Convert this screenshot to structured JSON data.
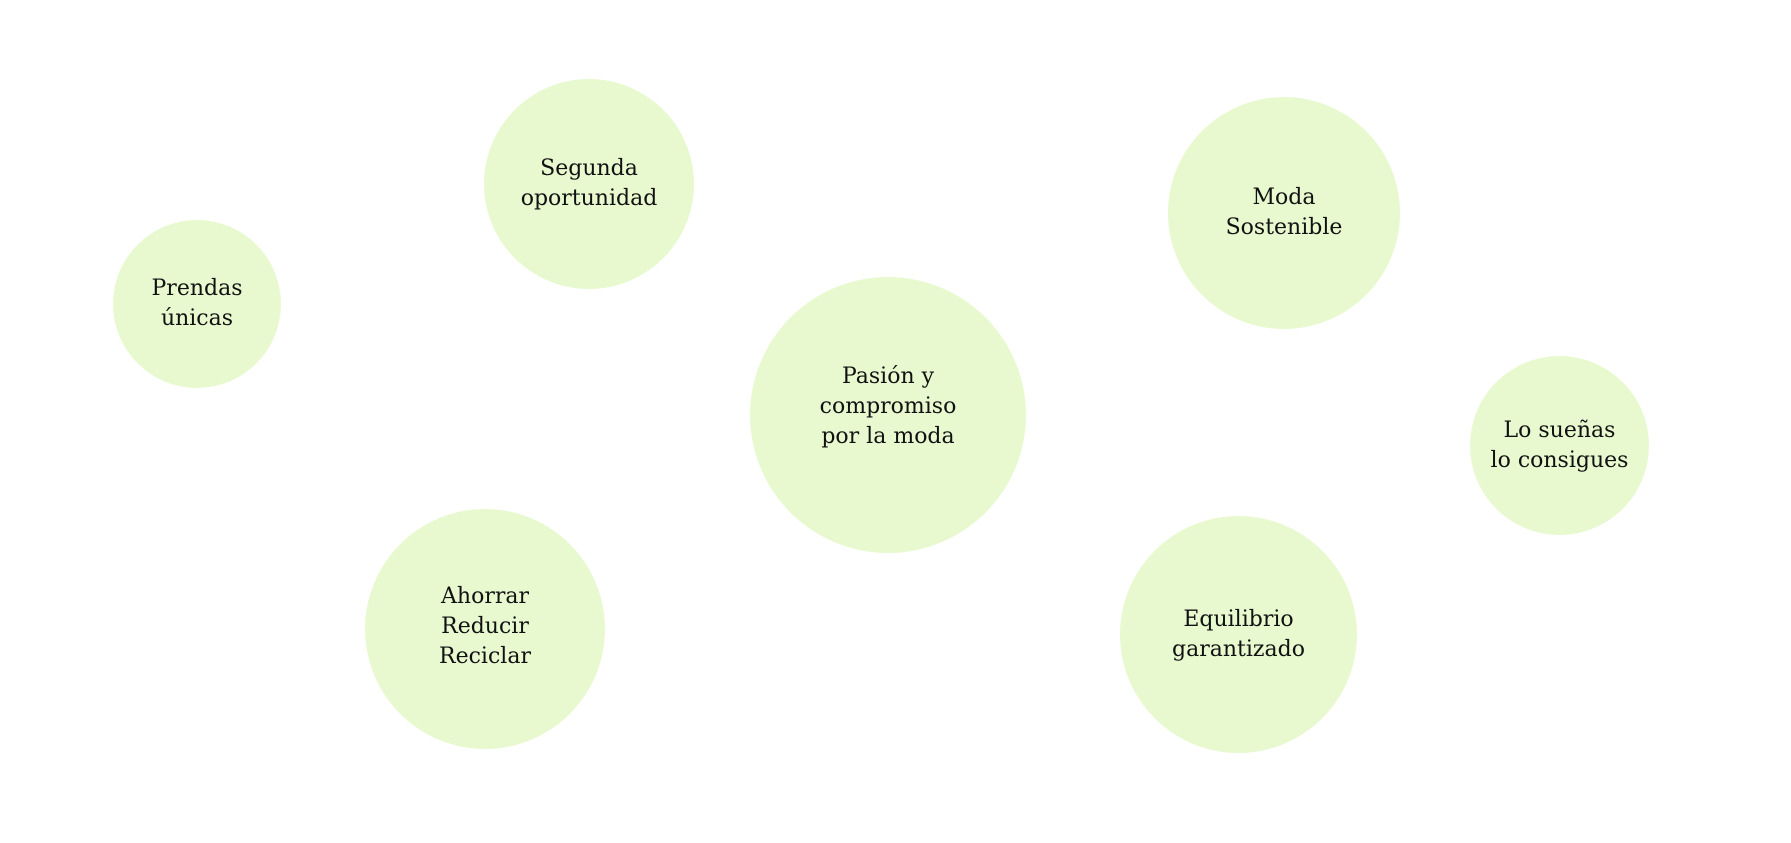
{
  "colors": {
    "bubble_fill": "#e8f9d0",
    "text": "#111111",
    "background": "#ffffff"
  },
  "bubbles": {
    "prendas": {
      "lines": [
        "Prendas",
        "únicas"
      ]
    },
    "segunda": {
      "lines": [
        "Segunda",
        "oportunidad"
      ]
    },
    "pasion": {
      "lines": [
        "Pasión y",
        "compromiso",
        "por la moda"
      ]
    },
    "moda": {
      "lines": [
        "Moda",
        "Sostenible"
      ]
    },
    "suenas": {
      "lines": [
        "Lo sueñas",
        "lo consigues"
      ]
    },
    "ahorrar": {
      "lines": [
        "Ahorrar",
        "Reducir",
        "Reciclar"
      ]
    },
    "equilibrio": {
      "lines": [
        "Equilibrio",
        "garantizado"
      ]
    }
  }
}
